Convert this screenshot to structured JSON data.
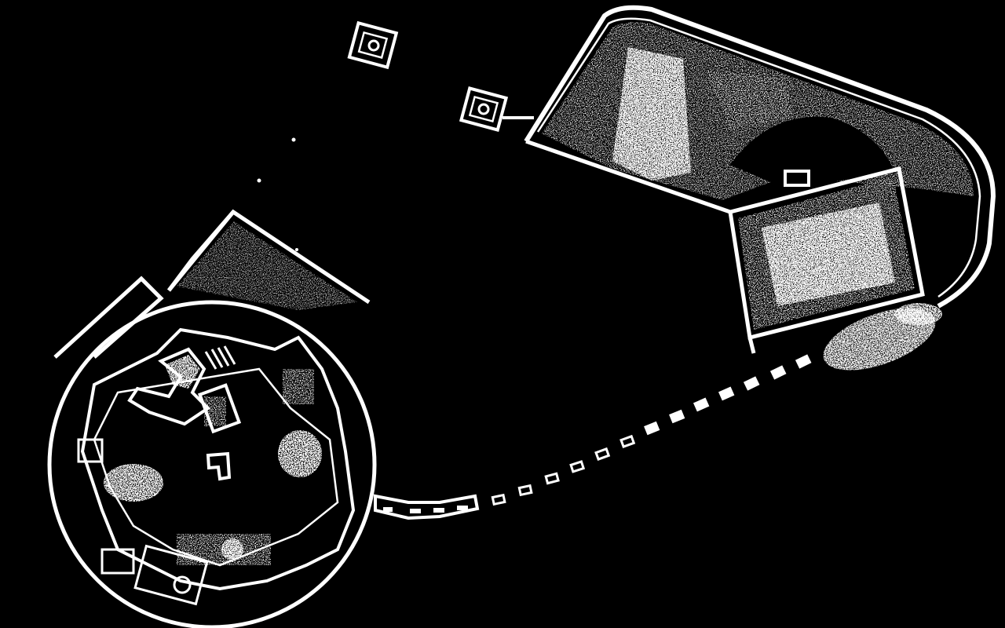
{
  "scene": {
    "background": "#000000",
    "ink": "#ffffff",
    "style": "black-and-white top-down map",
    "structures": [
      "circular-fortress",
      "outer-annex",
      "dashed-path",
      "stone-wall-path",
      "rounded-compound",
      "inner-rectangular-room",
      "small-tower-1",
      "small-tower-2",
      "foliage-cluster"
    ]
  }
}
